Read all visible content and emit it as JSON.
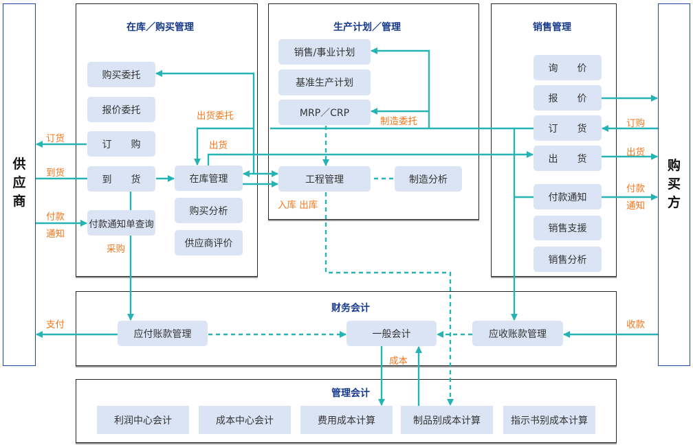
{
  "actors": {
    "supplier": "供\n应\n商",
    "buyer": "购\n买\n方"
  },
  "groups": {
    "inventory_purchase": {
      "title": "在库／购买管理",
      "nodes": [
        "购买委托",
        "报价委托",
        "订　　购",
        "到　　货",
        "付款通知单查询",
        "在库管理",
        "购买分析",
        "供应商评价"
      ]
    },
    "production": {
      "title": "生产计划／管理",
      "nodes": [
        "销售/事业计划",
        "基准生产计划",
        "MRP／CRP",
        "工程管理",
        "制造分析"
      ]
    },
    "sales": {
      "title": "销售管理",
      "nodes": [
        "询　　价",
        "报　　价",
        "订　　货",
        "出　　货",
        "付款通知",
        "销售支援",
        "销售分析"
      ]
    },
    "financial_accounting": {
      "title": "财务会计",
      "nodes": [
        "应付账款管理",
        "一般会计",
        "应收账款管理"
      ]
    },
    "management_accounting": {
      "title": "管理会计",
      "nodes": [
        "利润中心会计",
        "成本中心会计",
        "费用成本计算",
        "制品别成本计算",
        "指示书别成本计算"
      ]
    }
  },
  "flow_labels": {
    "order_to_supplier": "订货",
    "arrival": "到货",
    "payment_notice_1": "付款",
    "payment_notice_2": "通知",
    "purchase": "采购",
    "pay": "支付",
    "shipping_request": "出货委托",
    "shipping_internal": "出货",
    "manufacturing_request": "制造委托",
    "in_out_stock": "入库 出库",
    "order_from_buyer": "订购",
    "shipping_to_buyer": "出货",
    "payment_notice_buyer_1": "付款",
    "payment_notice_buyer_2": "通知",
    "receipt": "收款",
    "cost": "成本"
  },
  "colors": {
    "link": "#26b3b3",
    "flow_label": "#f5761a",
    "group_title": "#16398c",
    "node_fill": "#dae4f5",
    "actor_border": "#1a47a0"
  }
}
